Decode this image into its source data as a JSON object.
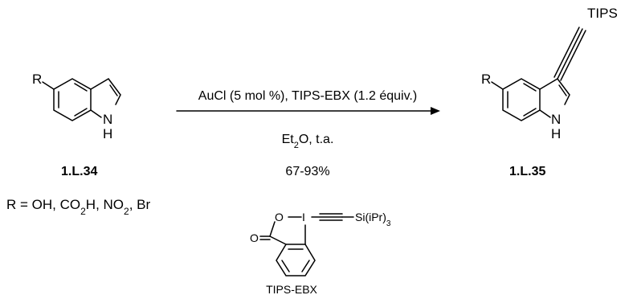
{
  "reaction": {
    "conditions_line1": "AuCl (5 mol %), TIPS-EBX (1.2 équiv.)",
    "solvent": {
      "main": "Et",
      "sub": "2",
      "tail": "O, t.a."
    },
    "yield": "67-93%"
  },
  "reactant": {
    "id": "1.L.34",
    "substituent": "R",
    "nh": {
      "n": "N",
      "h": "H"
    },
    "r_definition": {
      "a": "R = OH, CO",
      "b": "2",
      "c": "H, NO",
      "d": "2",
      "e": ", Br"
    }
  },
  "product": {
    "id": "1.L.35",
    "substituent": "R",
    "nh": {
      "n": "N",
      "h": "H"
    },
    "alkyne_group": "TIPS"
  },
  "reagent": {
    "name": "TIPS-EBX",
    "atom_o_ring": "O",
    "atom_i": "I",
    "atom_o_carbonyl": "O",
    "silyl": {
      "main": "Si(iPr)",
      "sub": "3"
    }
  }
}
